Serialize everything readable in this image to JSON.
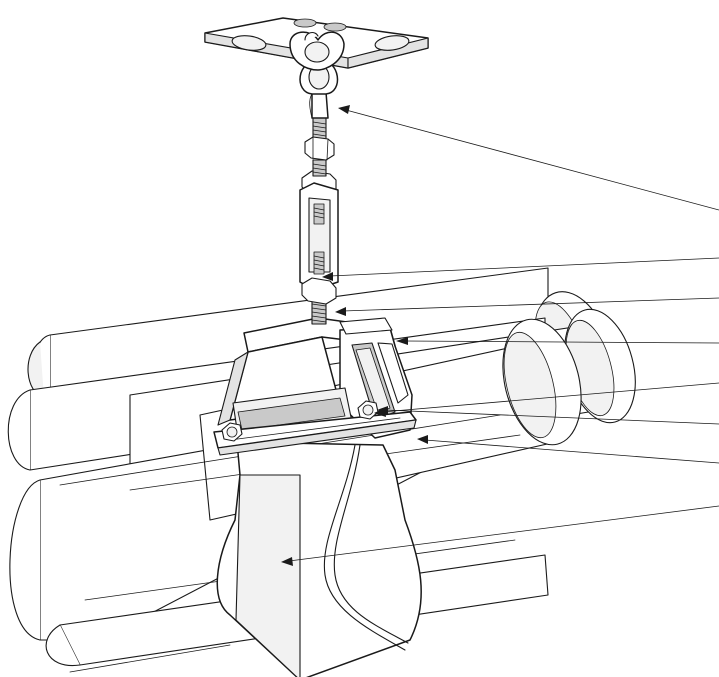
{
  "diagram": {
    "type": "technical-illustration",
    "colors": {
      "line": "#1a1a1a",
      "background": "#ffffff",
      "shade_light": "#f2f2f2",
      "shade_mid": "#e3e3e3",
      "shade_dark": "#c9c9c9"
    },
    "parts": [
      "ceiling-plate",
      "eye-bolt",
      "threaded-rod-upper",
      "hex-nut-upper",
      "turnbuckle",
      "threaded-rod-lower",
      "saddle-housing",
      "clamp-bolt-left",
      "clamp-bolt-right",
      "base-flange",
      "strap-band",
      "pipe-bundle"
    ],
    "callouts": [
      {
        "id": "eye-bolt"
      },
      {
        "id": "turnbuckle"
      },
      {
        "id": "threaded-rod"
      },
      {
        "id": "saddle-housing"
      },
      {
        "id": "side-bracket"
      },
      {
        "id": "clamp-bolt"
      },
      {
        "id": "base-flange"
      },
      {
        "id": "strap-band"
      }
    ]
  }
}
